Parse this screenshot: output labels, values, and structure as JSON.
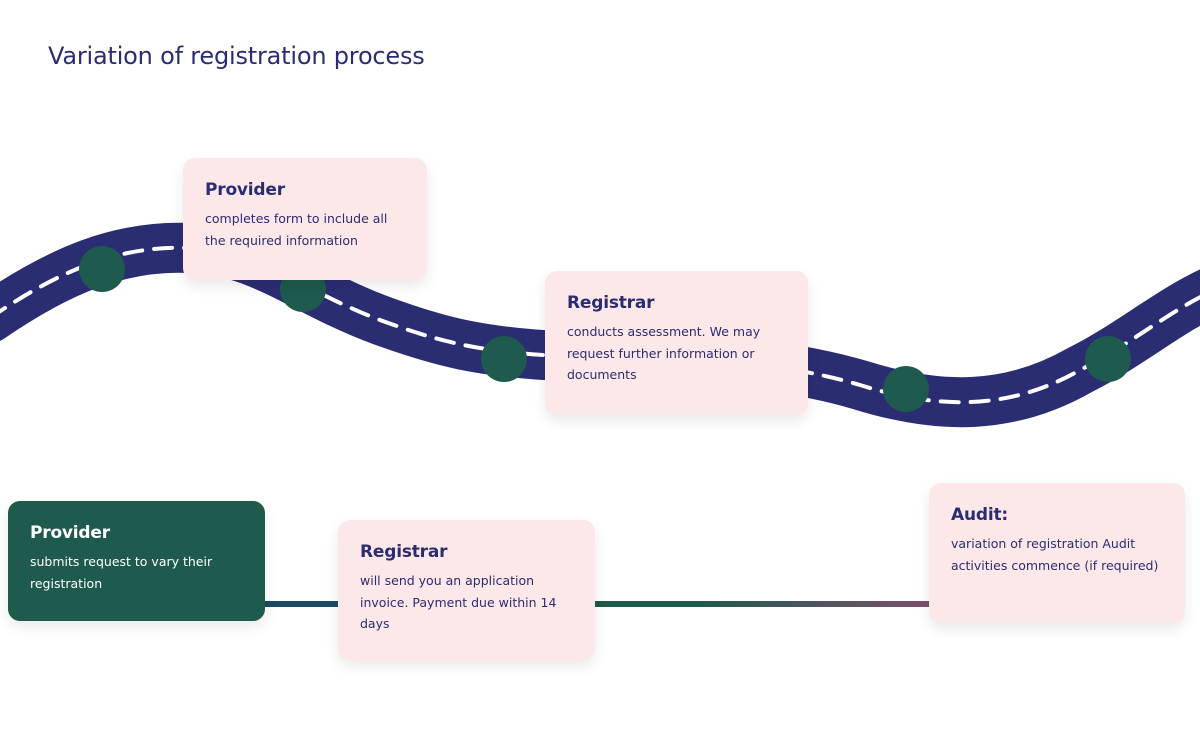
{
  "title": "Variation of registration process",
  "colors": {
    "road": "#2b2d72",
    "marker": "#1e5a4d",
    "card_bg": "#fce8e9",
    "card_text": "#2b2d72",
    "start_card_bg": "#1e5a4d",
    "connector_start": "#1e5a4d",
    "connector_end": "#7d506b"
  },
  "road_steps": [
    {
      "actor": "Provider",
      "description": "completes form to include all the required information"
    },
    {
      "actor": "Registrar",
      "description": "conducts assessment. We may request further information or documents"
    }
  ],
  "timeline_steps": [
    {
      "actor": "Provider",
      "description": "submits request to vary their registration"
    },
    {
      "actor": "Registrar",
      "description": "will send you an application invoice. Payment due within 14 days"
    },
    {
      "actor": "Audit:",
      "description": "variation of registration Audit activities commence (if required)"
    }
  ]
}
